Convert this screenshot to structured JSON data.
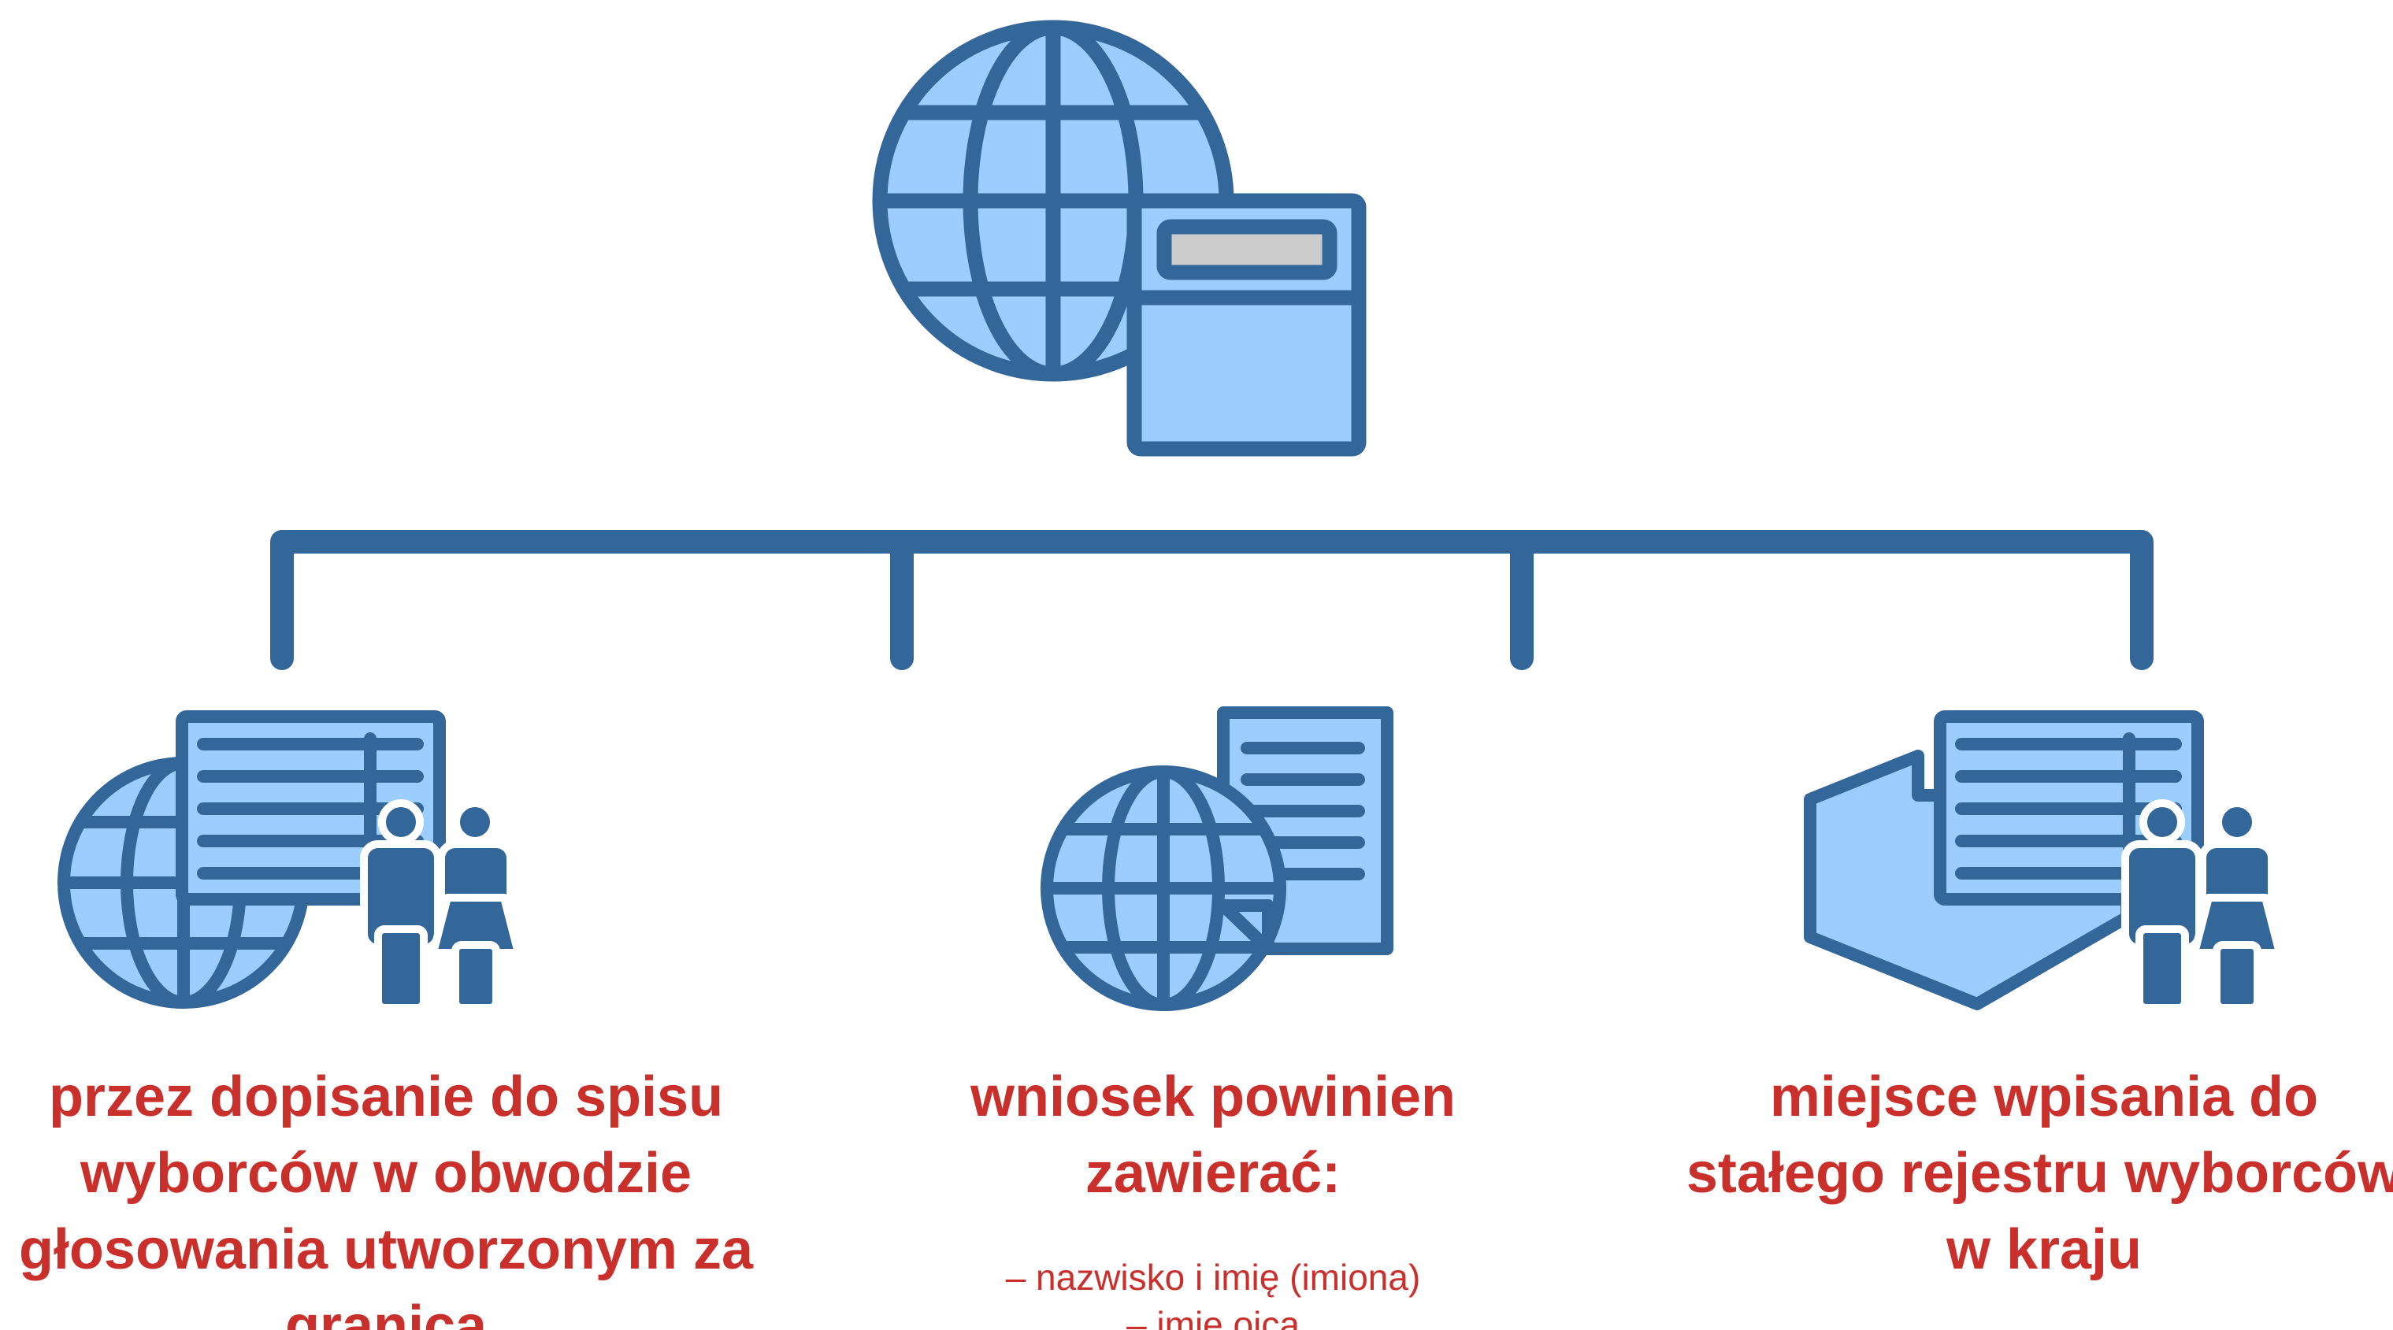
{
  "colors": {
    "stroke": "#336699",
    "fill": "#9bcdff",
    "field": "#cccccc",
    "text": "#c9302c"
  },
  "diagram": {
    "top_icon": "globe-with-form-icon",
    "branches": [
      {
        "icon": "globe-document-people-icon",
        "caption": "przez dopisanie do spisu wyborców w obwodzie głosowania utworzonym za granicą"
      },
      {
        "icon": "globe-document-icon",
        "caption": "wniosek powinien zawierać:",
        "items": [
          "– nazwisko i imię (imiona)",
          "– imię ojca"
        ]
      },
      {
        "icon": "country-document-people-icon",
        "caption": "miejsce wpisania do stałego rejestru wyborców w kraju"
      }
    ]
  }
}
